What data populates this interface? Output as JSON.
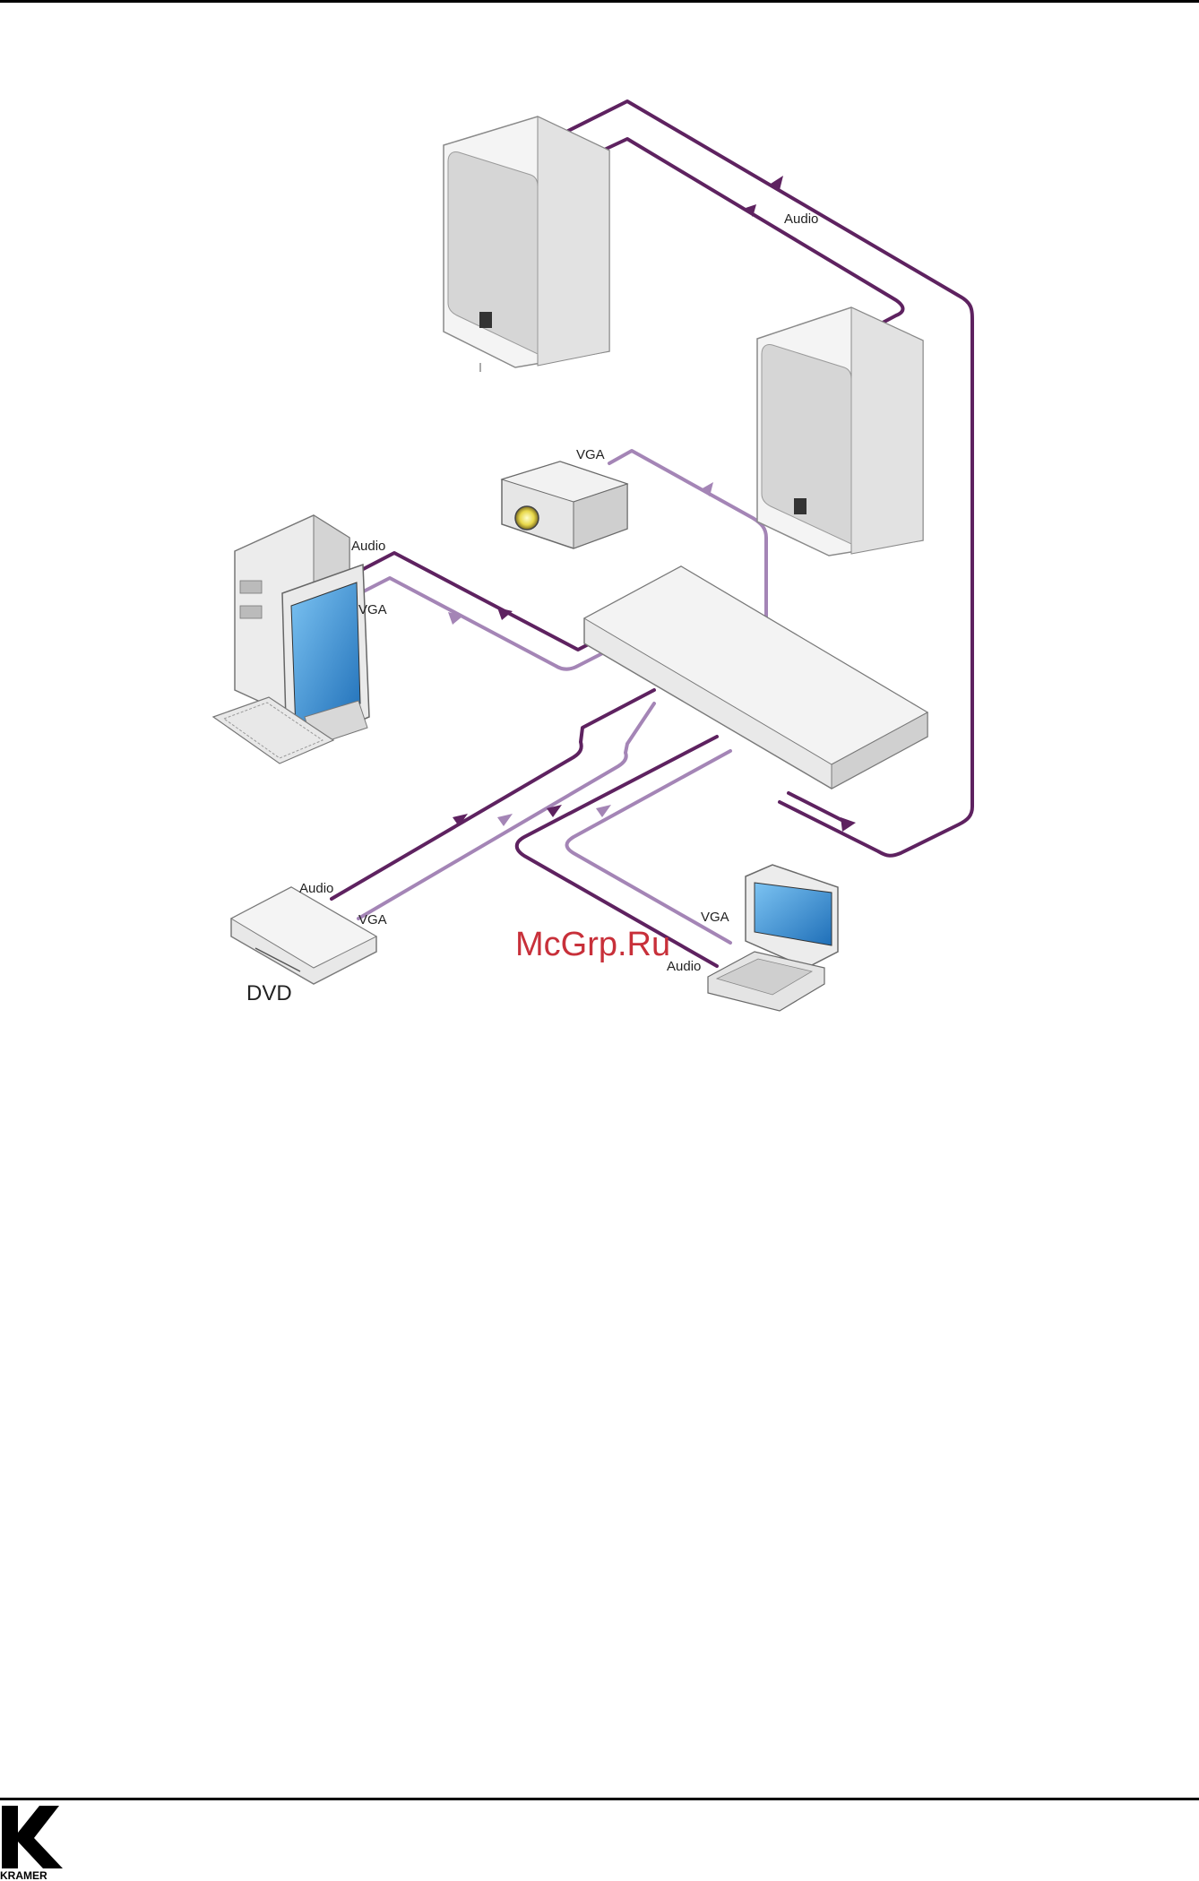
{
  "labels": {
    "audio_speakers": "Audio",
    "vga_projector": "VGA",
    "audio_pc": "Audio",
    "vga_pc": "VGA",
    "audio_dvd": "Audio",
    "vga_dvd": "VGA",
    "dvd": "DVD",
    "vga_laptop": "VGA",
    "audio_laptop": "Audio"
  },
  "watermark": "McGrp.Ru",
  "footer": {
    "logo_text": "KRAMER"
  },
  "colors": {
    "audio_cable": "#5e2260",
    "vga_cable": "#a485b6",
    "watermark": "#c8303a",
    "device_fill": "#f2f2f2",
    "device_stroke": "#8a8a8a",
    "screen_blue": "#3c8fd6"
  },
  "icons": [
    "speaker-icon",
    "projector-icon",
    "desktop-computer-icon",
    "switcher-icon",
    "dvd-player-icon",
    "laptop-icon",
    "kramer-logo-icon"
  ]
}
